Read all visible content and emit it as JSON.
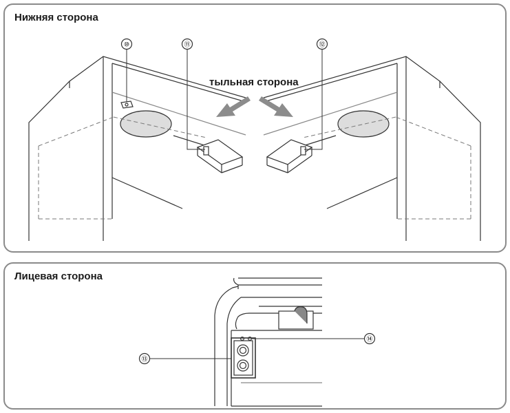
{
  "panels": {
    "top": {
      "title": "Нижняя сторона",
      "rear_label": "тыльная сторона",
      "callouts": [
        "⑩",
        "⑪",
        "⑫"
      ]
    },
    "bottom": {
      "title": "Лицевая сторона",
      "callouts": [
        "⑬",
        "⑭"
      ]
    }
  },
  "colors": {
    "line": "#333333",
    "dashed": "#777777",
    "arrow": "#8c8c8c",
    "border": "#8a8a8a"
  }
}
